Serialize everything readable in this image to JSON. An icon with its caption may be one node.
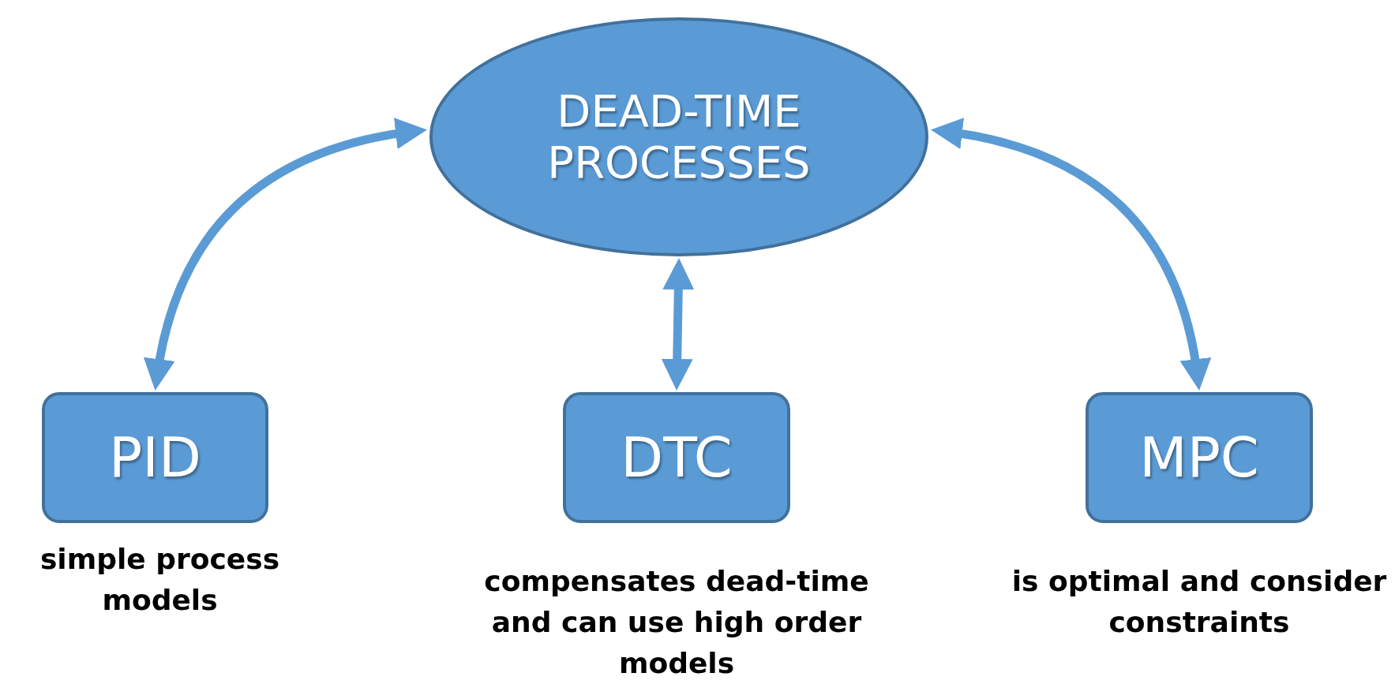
{
  "diagram": {
    "nodes": [
      {
        "text": [
          "DEAD-TIME PROCESSES"
        ]
      },
      {
        "text": [
          "PID"
        ],
        "beside": [
          "simple process models"
        ]
      },
      {
        "text": [
          "DTC"
        ],
        "beside": [
          "compensates dead-time and can use high order models"
        ]
      },
      {
        "text": [
          "MPC"
        ],
        "beside": [
          "is optimal and consider constraints"
        ]
      }
    ],
    "edges": [
      {
        "from": 0,
        "to": 1,
        "arrow": "both"
      },
      {
        "from": 0,
        "to": 2,
        "arrow": "both"
      },
      {
        "from": 0,
        "to": 3,
        "arrow": "both"
      }
    ]
  }
}
